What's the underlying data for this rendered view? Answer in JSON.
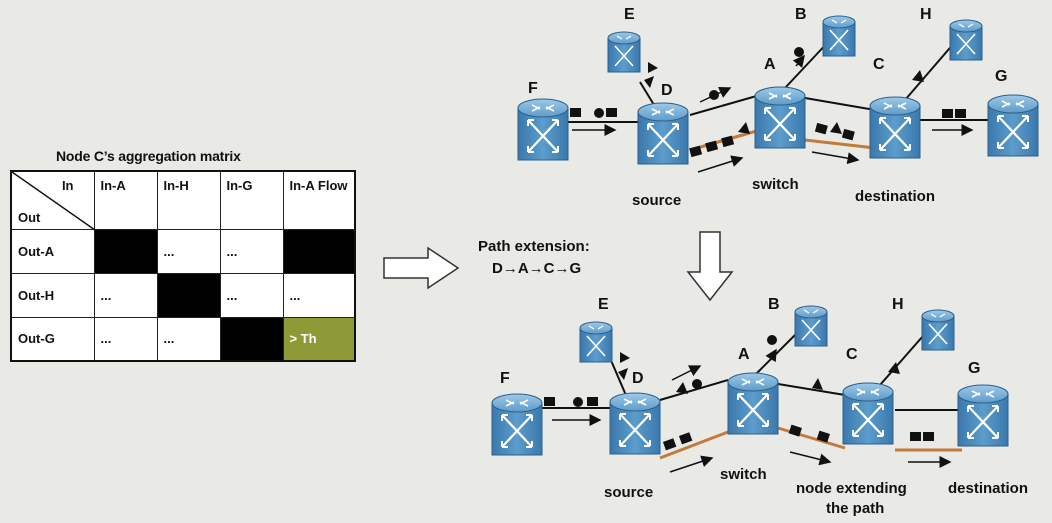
{
  "matrix": {
    "title": "Node C’s aggregation matrix",
    "corner_in": "In",
    "corner_out": "Out",
    "col_headers": [
      "In-A",
      "In-H",
      "In-G",
      "In-A Flow"
    ],
    "rows": [
      {
        "label": "Out-A",
        "cells": [
          "",
          "...",
          "...",
          ""
        ],
        "fill": [
          "black",
          "white",
          "white",
          "black"
        ]
      },
      {
        "label": "Out-H",
        "cells": [
          "...",
          "",
          "...",
          "..."
        ],
        "fill": [
          "white",
          "black",
          "white",
          "white"
        ]
      },
      {
        "label": "Out-G",
        "cells": [
          "...",
          "...",
          "",
          "> Th"
        ],
        "fill": [
          "white",
          "white",
          "black",
          "olive"
        ]
      }
    ]
  },
  "path_extension": {
    "title": "Path extension:",
    "path": "D→A→C→G"
  },
  "top_diagram": {
    "nodes": {
      "E": "E",
      "B": "B",
      "H": "H",
      "F": "F",
      "D": "D",
      "A": "A",
      "C": "C",
      "G": "G"
    },
    "captions": {
      "source": "source",
      "switch": "switch",
      "destination": "destination"
    }
  },
  "bottom_diagram": {
    "nodes": {
      "E": "E",
      "B": "B",
      "H": "H",
      "F": "F",
      "D": "D",
      "A": "A",
      "C": "C",
      "G": "G"
    },
    "captions": {
      "source": "source",
      "switch": "switch",
      "extending_line1": "node extending",
      "extending_line2": "the path",
      "destination": "destination"
    }
  },
  "colors": {
    "router_body": "#4f8fc0",
    "router_top": "#7fb6dc",
    "light_path": "#c47a3a",
    "background": "#e9e9e6",
    "olive_cell": "#8e9a38"
  }
}
